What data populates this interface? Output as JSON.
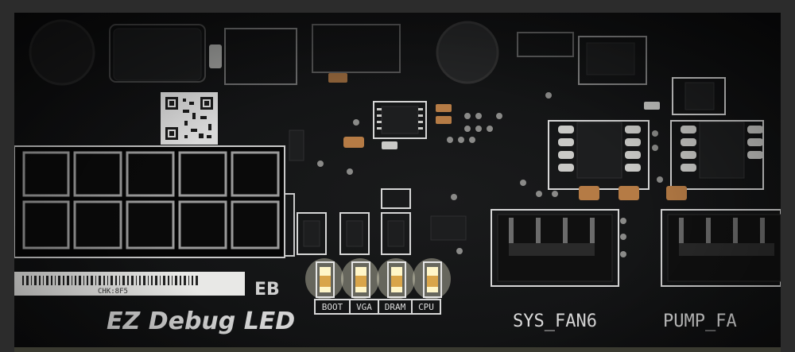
{
  "board": {
    "feature_label": "EZ Debug LED",
    "led_labels": [
      "BOOT",
      "VGA",
      "DRAM",
      "CPU"
    ],
    "fan_header_1": "SYS_FAN6",
    "fan_header_2": "PUMP_FA",
    "sticker_text": "CHK:8F5",
    "silk_mark": "ЕВ"
  },
  "colors": {
    "pcb": "#141516",
    "silkscreen": "#d8d8d8",
    "led_on": "#fff6c8"
  }
}
